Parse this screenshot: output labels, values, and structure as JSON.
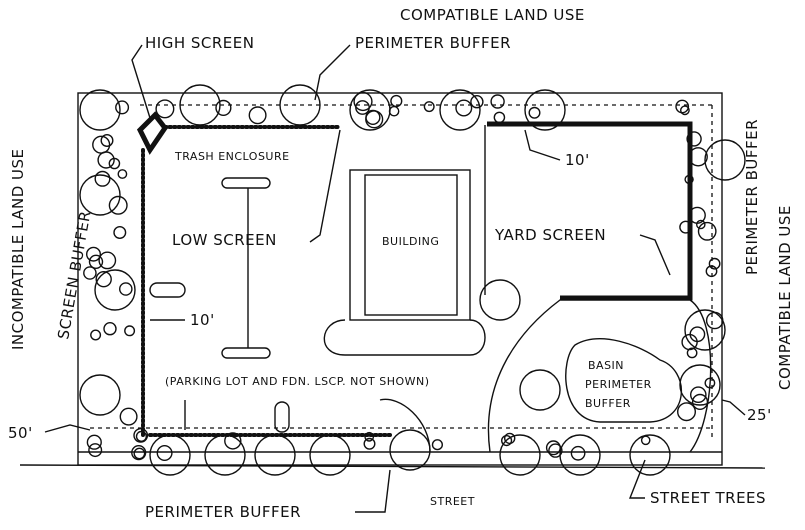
{
  "labels": {
    "top_land_use": "COMPATIBLE LAND USE",
    "high_screen": "HIGH SCREEN",
    "perimeter_buffer_top": "PERIMETER BUFFER",
    "trash_enclosure": "TRASH ENCLOSURE",
    "dim_10_top": "10'",
    "perimeter_buffer_right": "PERIMETER BUFFER",
    "right_land_use": "COMPATIBLE LAND USE",
    "left_land_use": "INCOMPATIBLE LAND USE",
    "screen_buffer": "SCREEN BUFFER",
    "low_screen": "LOW SCREEN",
    "building": "BUILDING",
    "yard_screen": "YARD SCREEN",
    "dim_10_left": "10'",
    "parking_note": "(PARKING LOT AND FDN. LSCP. NOT SHOWN)",
    "basin_1": "BASIN",
    "basin_2": "PERIMETER",
    "basin_3": "BUFFER",
    "dim_25": "25'",
    "dim_50": "50'",
    "perimeter_buffer_bottom": "PERIMETER BUFFER",
    "street": "STREET",
    "street_trees": "STREET TREES"
  },
  "colors": {
    "ink": "#111111",
    "paper": "#ffffff"
  }
}
